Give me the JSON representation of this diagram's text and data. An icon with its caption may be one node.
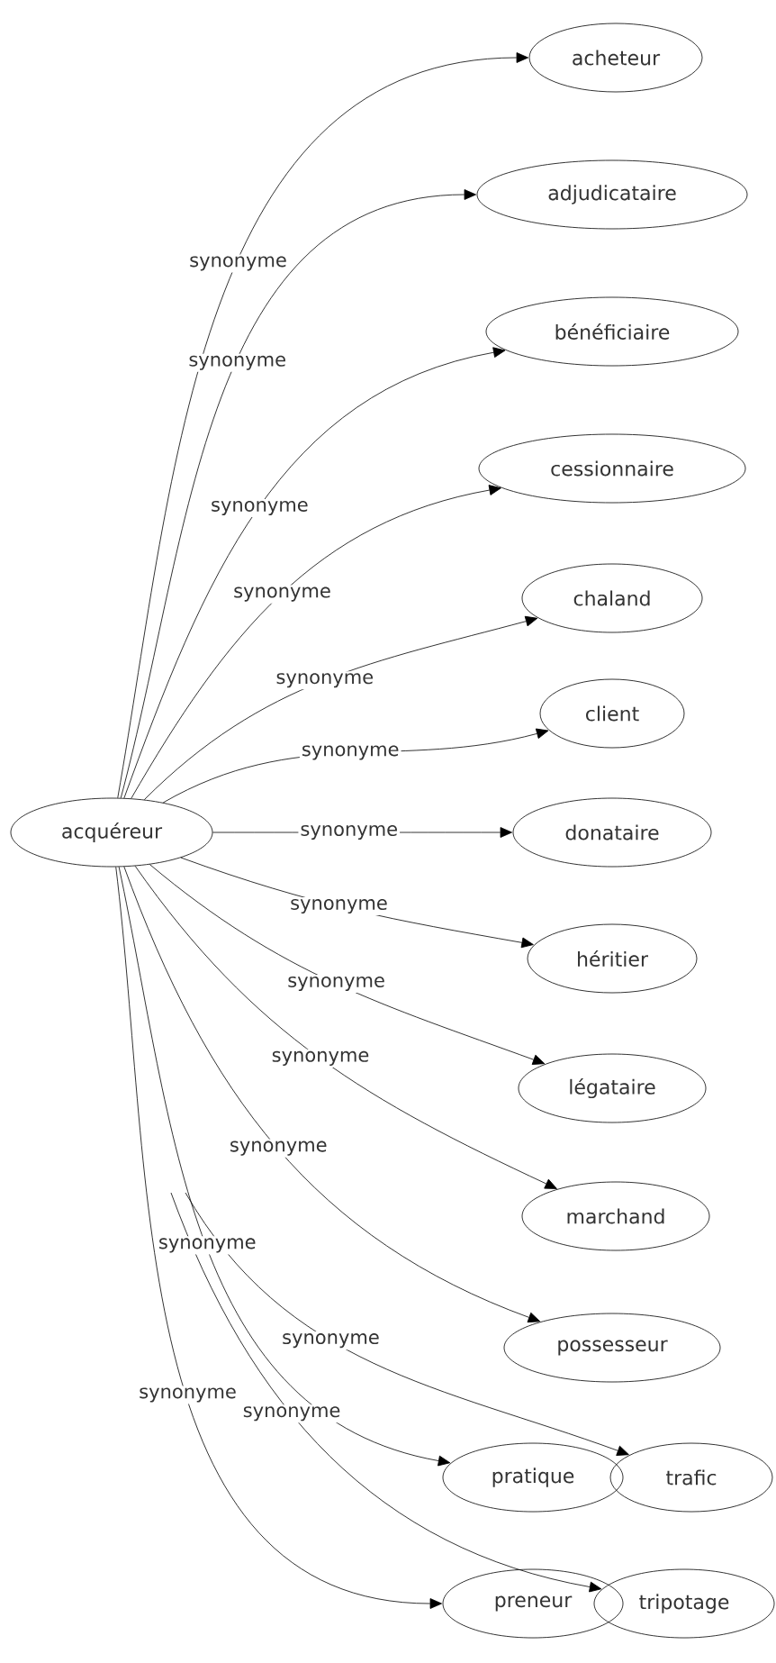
{
  "diagram": {
    "nodes": [
      {
        "text": [
          "acquéreur"
        ]
      },
      {
        "text": [
          "acheteur"
        ]
      },
      {
        "text": [
          "adjudicataire"
        ]
      },
      {
        "text": [
          "bénéficiaire"
        ]
      },
      {
        "text": [
          "cessionnaire"
        ]
      },
      {
        "text": [
          "chaland"
        ]
      },
      {
        "text": [
          "client"
        ]
      },
      {
        "text": [
          "donataire"
        ]
      },
      {
        "text": [
          "héritier"
        ]
      },
      {
        "text": [
          "légataire"
        ]
      },
      {
        "text": [
          "marchand"
        ]
      },
      {
        "text": [
          "possesseur"
        ]
      },
      {
        "text": [
          "pratique"
        ]
      },
      {
        "text": [
          "trafic"
        ]
      },
      {
        "text": [
          "preneur"
        ]
      },
      {
        "text": [
          "tripotage"
        ]
      }
    ],
    "edges": [
      {
        "from": 0,
        "to": 1,
        "label": "synonyme",
        "arrow": "to"
      },
      {
        "from": 0,
        "to": 2,
        "label": "synonyme",
        "arrow": "to"
      },
      {
        "from": 0,
        "to": 3,
        "label": "synonyme",
        "arrow": "to"
      },
      {
        "from": 0,
        "to": 4,
        "label": "synonyme",
        "arrow": "to"
      },
      {
        "from": 0,
        "to": 5,
        "label": "synonyme",
        "arrow": "to"
      },
      {
        "from": 0,
        "to": 6,
        "label": "synonyme",
        "arrow": "to"
      },
      {
        "from": 0,
        "to": 7,
        "label": "synonyme",
        "arrow": "to"
      },
      {
        "from": 0,
        "to": 8,
        "label": "synonyme",
        "arrow": "to"
      },
      {
        "from": 0,
        "to": 9,
        "label": "synonyme",
        "arrow": "to"
      },
      {
        "from": 0,
        "to": 10,
        "label": "synonyme",
        "arrow": "to"
      },
      {
        "from": 0,
        "to": 11,
        "label": "synonyme",
        "arrow": "to"
      },
      {
        "from": 0,
        "to": 12,
        "label": "synonyme",
        "arrow": "to"
      },
      {
        "from": 0,
        "to": 14,
        "label": "synonyme",
        "arrow": "to"
      },
      {
        "from": null,
        "to": 13,
        "label": "synonyme",
        "arrow": "to"
      },
      {
        "from": null,
        "to": 15,
        "label": "synonyme",
        "arrow": "to"
      }
    ]
  }
}
